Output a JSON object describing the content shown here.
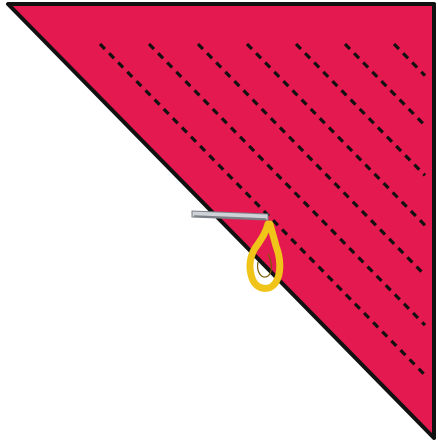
{
  "colors": {
    "background": "#ffffff",
    "fabric": "#e4194f",
    "outline": "#111111",
    "stitching": "#111111",
    "needle": "#cfd3d8",
    "needle_shadow": "#7a7f86",
    "threader": "#f0c419",
    "threader_outline": "#7a5a00"
  },
  "icons": {
    "fabric": "triangle-fabric-swatch",
    "stitch_lines": "dashed-quilting-lines",
    "tool": "needle-threader-icon"
  },
  "stitch_line_count": 7
}
